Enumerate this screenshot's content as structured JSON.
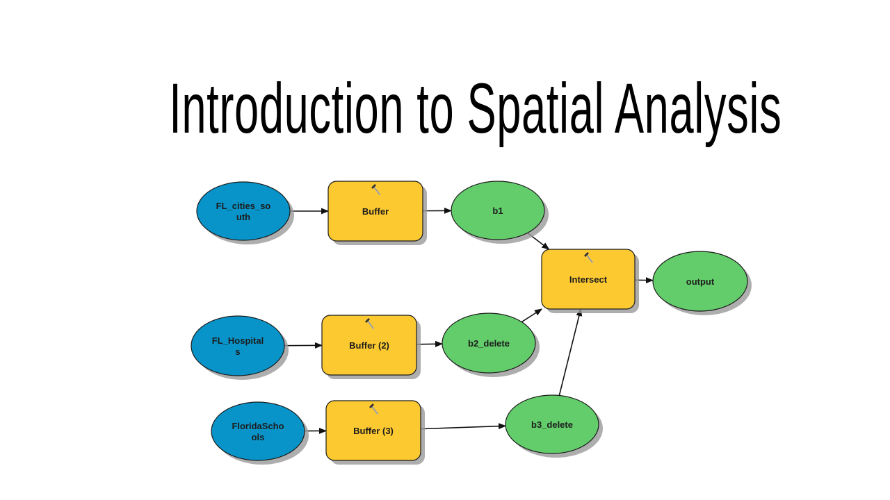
{
  "title": "Introduction to Spatial Analysis",
  "colors": {
    "input": "#0894c9",
    "tool": "#fdc931",
    "output": "#63cd6b",
    "stroke": "#1a1a1a",
    "shadow": "#9a9a9a"
  },
  "nodes": {
    "fl_cities_south": {
      "type": "input",
      "lines": [
        "FL_cities_so",
        "uth"
      ]
    },
    "buffer1": {
      "type": "tool",
      "lines": [
        "Buffer"
      ],
      "icon": "hammer-icon"
    },
    "b1": {
      "type": "output",
      "lines": [
        "b1"
      ]
    },
    "fl_hospitals": {
      "type": "input",
      "lines": [
        "FL_Hospital",
        "s"
      ]
    },
    "buffer2": {
      "type": "tool",
      "lines": [
        "Buffer (2)"
      ],
      "icon": "hammer-icon"
    },
    "b2_delete": {
      "type": "output",
      "lines": [
        "b2_delete"
      ]
    },
    "florida_schools": {
      "type": "input",
      "lines": [
        "FloridaScho",
        "ols"
      ]
    },
    "buffer3": {
      "type": "tool",
      "lines": [
        "Buffer (3)"
      ],
      "icon": "hammer-icon"
    },
    "b3_delete": {
      "type": "output",
      "lines": [
        "b3_delete"
      ]
    },
    "intersect": {
      "type": "tool",
      "lines": [
        "Intersect"
      ],
      "icon": "hammer-icon"
    },
    "output": {
      "type": "output",
      "lines": [
        "output"
      ]
    }
  },
  "edges": [
    [
      "fl_cities_south",
      "buffer1"
    ],
    [
      "buffer1",
      "b1"
    ],
    [
      "b1",
      "intersect"
    ],
    [
      "fl_hospitals",
      "buffer2"
    ],
    [
      "buffer2",
      "b2_delete"
    ],
    [
      "b2_delete",
      "intersect"
    ],
    [
      "florida_schools",
      "buffer3"
    ],
    [
      "buffer3",
      "b3_delete"
    ],
    [
      "b3_delete",
      "intersect"
    ],
    [
      "intersect",
      "output"
    ]
  ]
}
